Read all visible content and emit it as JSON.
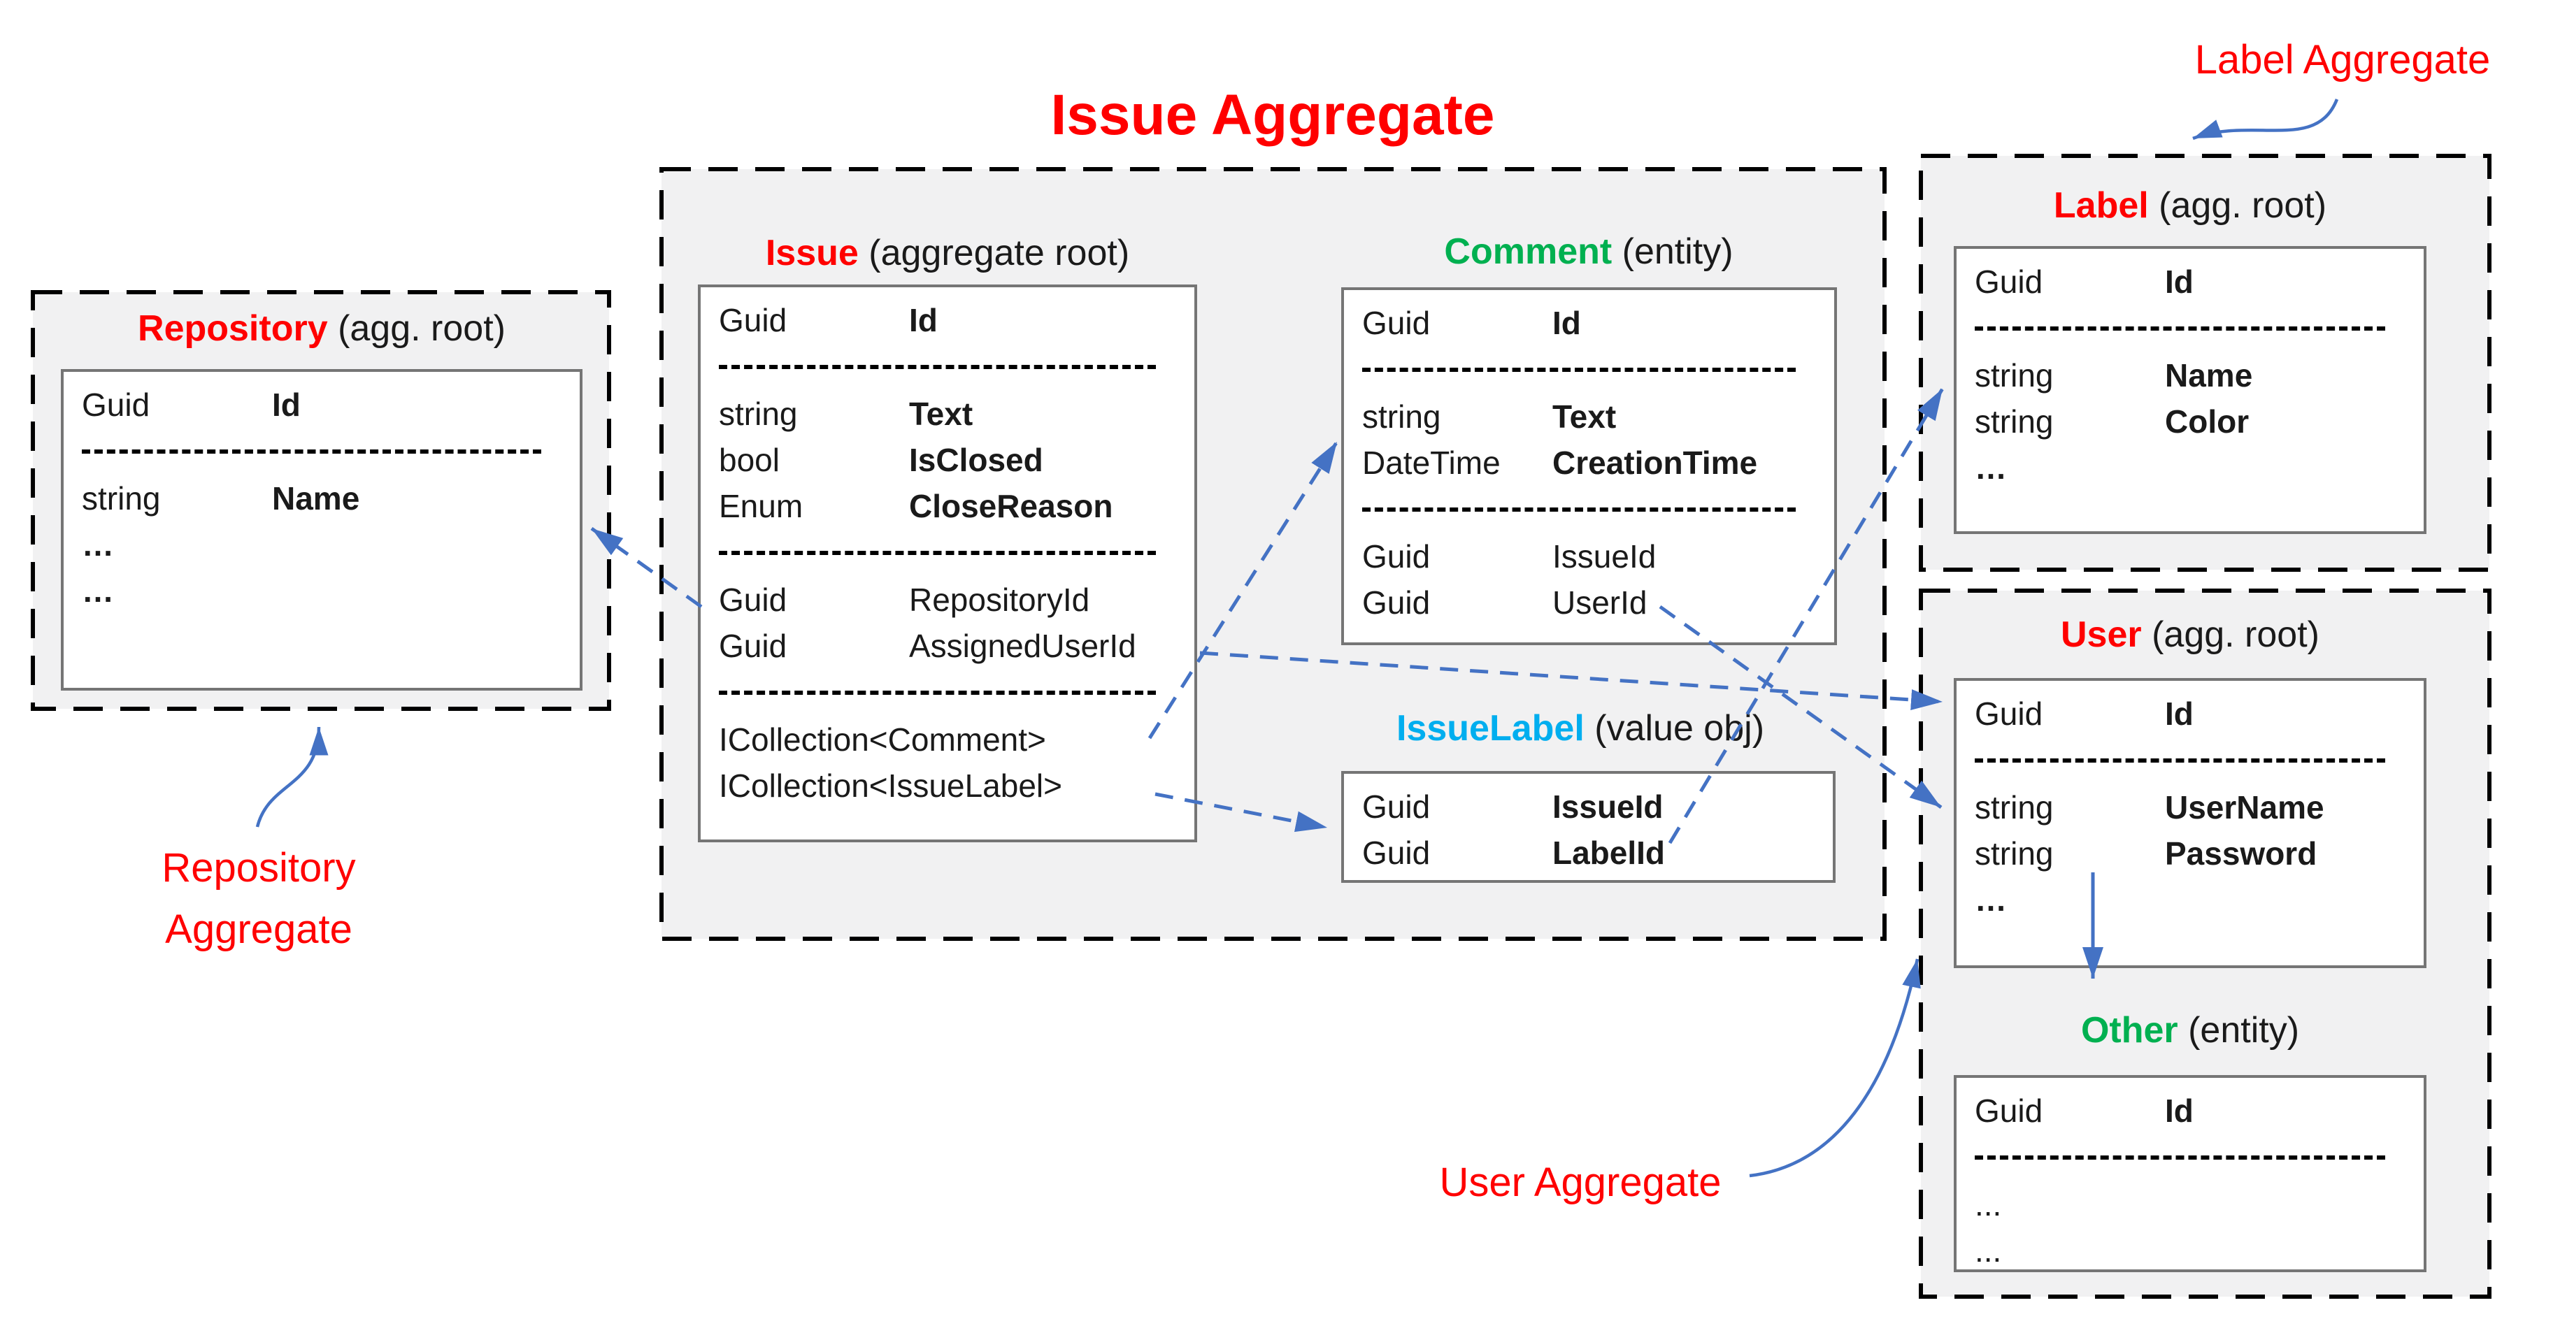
{
  "title": "Issue Aggregate",
  "colors": {
    "red": "#ff0000",
    "green": "#00b050",
    "cyan": "#00aeef",
    "arrow_blue": "#4472c4",
    "box_fill": "#f1f1f2",
    "box_border": "#000000",
    "table_border": "#757575"
  },
  "callouts": {
    "repository": "Repository\nAggregate",
    "label": "Label Aggregate",
    "user": "User Aggregate"
  },
  "tables": {
    "issue": {
      "name": "Issue",
      "color": "#ff0000",
      "suffix": "(aggregate root)",
      "rows": [
        {
          "type": "Guid",
          "name": "Id",
          "bold": true
        },
        {
          "sep": true
        },
        {
          "type": "string",
          "name": "Text",
          "bold": true
        },
        {
          "type": "bool",
          "name": "IsClosed",
          "bold": true
        },
        {
          "type": "Enum",
          "name": "CloseReason",
          "bold": true
        },
        {
          "sep": true
        },
        {
          "type": "Guid",
          "name": "RepositoryId",
          "bold": false
        },
        {
          "type": "Guid",
          "name": "AssignedUserId",
          "bold": false
        },
        {
          "sep": true
        },
        {
          "text": "ICollection<Comment>",
          "bold": false
        },
        {
          "text": "ICollection<IssueLabel>",
          "bold": false
        }
      ]
    },
    "comment": {
      "name": "Comment",
      "color": "#00b050",
      "suffix": "(entity)",
      "rows": [
        {
          "type": "Guid",
          "name": "Id",
          "bold": true
        },
        {
          "sep": true
        },
        {
          "type": "string",
          "name": "Text",
          "bold": true
        },
        {
          "type": "DateTime",
          "name": "CreationTime",
          "bold": true
        },
        {
          "sep": true
        },
        {
          "type": "Guid",
          "name": "IssueId",
          "bold": false
        },
        {
          "type": "Guid",
          "name": "UserId",
          "bold": false
        }
      ]
    },
    "issuelabel": {
      "name": "IssueLabel",
      "color": "#00aeef",
      "suffix": "(value obj)",
      "rows": [
        {
          "type": "Guid",
          "name": "IssueId",
          "bold": true
        },
        {
          "type": "Guid",
          "name": "LabelId",
          "bold": true
        }
      ]
    },
    "repository": {
      "name": "Repository",
      "color": "#ff0000",
      "suffix": "(agg. root)",
      "rows": [
        {
          "type": "Guid",
          "name": "Id",
          "bold": true
        },
        {
          "sep": true
        },
        {
          "type": "string",
          "name": "Name",
          "bold": true
        },
        {
          "text": "…",
          "bold": true
        },
        {
          "text": "…",
          "bold": true
        }
      ]
    },
    "label": {
      "name": "Label",
      "color": "#ff0000",
      "suffix": "(agg. root)",
      "rows": [
        {
          "type": "Guid",
          "name": "Id",
          "bold": true
        },
        {
          "sep": true
        },
        {
          "type": "string",
          "name": "Name",
          "bold": true
        },
        {
          "type": "string",
          "name": "Color",
          "bold": true
        },
        {
          "text": "…",
          "bold": true
        }
      ]
    },
    "user": {
      "name": "User",
      "color": "#ff0000",
      "suffix": "(agg. root)",
      "rows": [
        {
          "type": "Guid",
          "name": "Id",
          "bold": true
        },
        {
          "sep": true
        },
        {
          "type": "string",
          "name": "UserName",
          "bold": true
        },
        {
          "type": "string",
          "name": "Password",
          "bold": true
        },
        {
          "text": "…",
          "bold": true
        }
      ]
    },
    "other": {
      "name": "Other",
      "color": "#00b050",
      "suffix": "(entity)",
      "rows": [
        {
          "type": "Guid",
          "name": "Id",
          "bold": true
        },
        {
          "sep": true
        },
        {
          "text": "...",
          "bold": false
        },
        {
          "text": "...",
          "bold": false
        }
      ]
    }
  }
}
